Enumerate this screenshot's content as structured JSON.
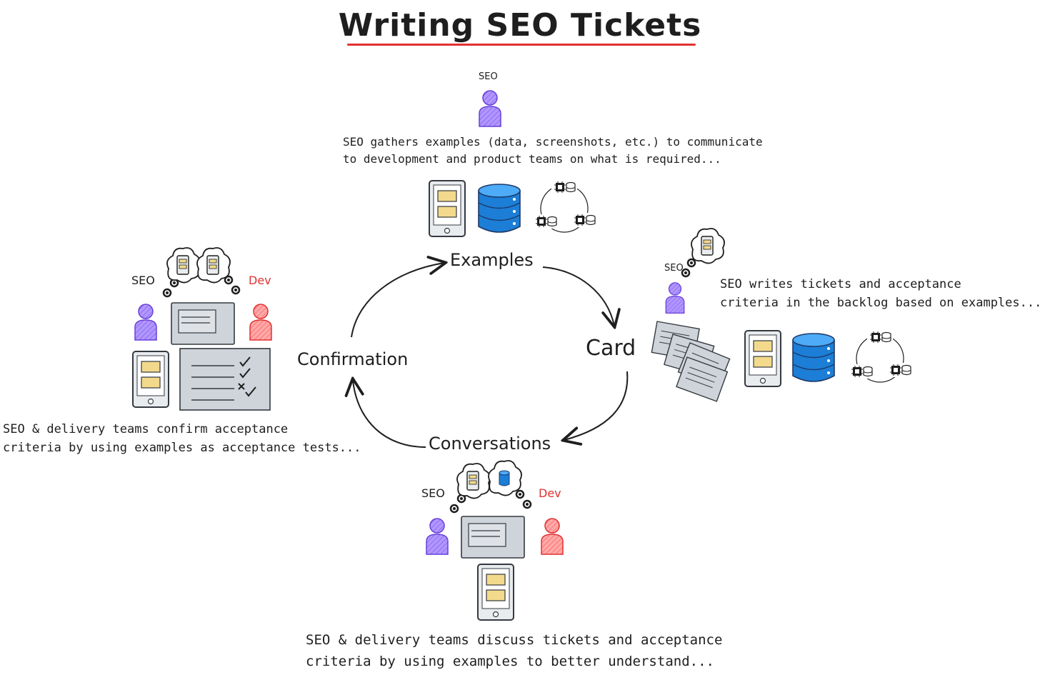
{
  "title": "Writing SEO Tickets",
  "stages": {
    "examples": "Examples",
    "card": "Card",
    "conversations": "Conversations",
    "confirmation": "Confirmation"
  },
  "roles": {
    "seo": "SEO",
    "dev": "Dev"
  },
  "captions": {
    "examples": [
      "SEO gathers examples (data, screenshots, etc.) to communicate",
      "to development and product teams on what is required..."
    ],
    "card": [
      "SEO writes tickets and acceptance",
      "criteria in the backlog based on examples..."
    ],
    "conversations": [
      "SEO & delivery teams discuss tickets and acceptance",
      "criteria by using examples to better understand..."
    ],
    "confirmation": [
      "SEO & delivery teams confirm acceptance",
      "criteria by using examples as acceptance tests..."
    ]
  },
  "colors": {
    "seo_person": "#9775fa",
    "dev_person": "#ff8787",
    "database": "#1971c2",
    "note": "#f3d98b",
    "device": "#dee2e6",
    "accent_red": "#e03131"
  },
  "icons": [
    "person-icon",
    "tablet-icon",
    "database-icon",
    "server-cycle-icon",
    "thought-bubble-icon",
    "monitor-icon",
    "checklist-icon",
    "ticket-stack-icon"
  ]
}
